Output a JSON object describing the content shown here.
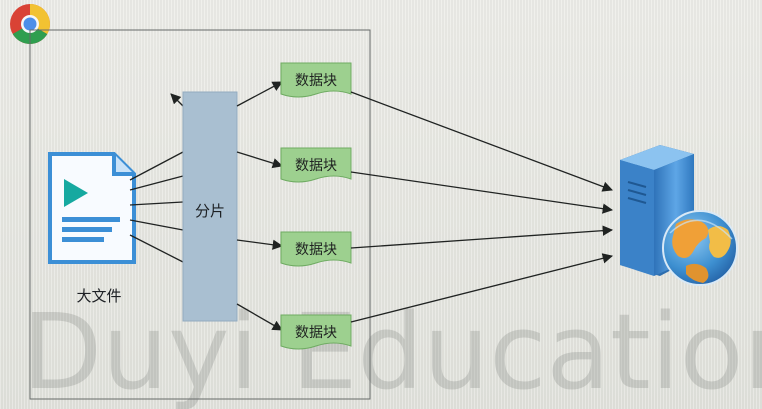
{
  "diagram": {
    "large_file_label": "大文件",
    "shard_label": "分片",
    "data_blocks": [
      {
        "label": "数据块"
      },
      {
        "label": "数据块"
      },
      {
        "label": "数据块"
      },
      {
        "label": "数据块"
      }
    ],
    "watermark": "Duyi Education"
  },
  "icons": {
    "browser": "chrome-icon",
    "file": "document-icon",
    "server": "server-icon",
    "globe": "globe-icon"
  },
  "colors": {
    "block_fill": "#9dd08f",
    "shard_fill": "#a9bfd1",
    "file_blue": "#3c8fd6",
    "server_blue": "#3e88cc",
    "globe_orange": "#f0a037"
  }
}
